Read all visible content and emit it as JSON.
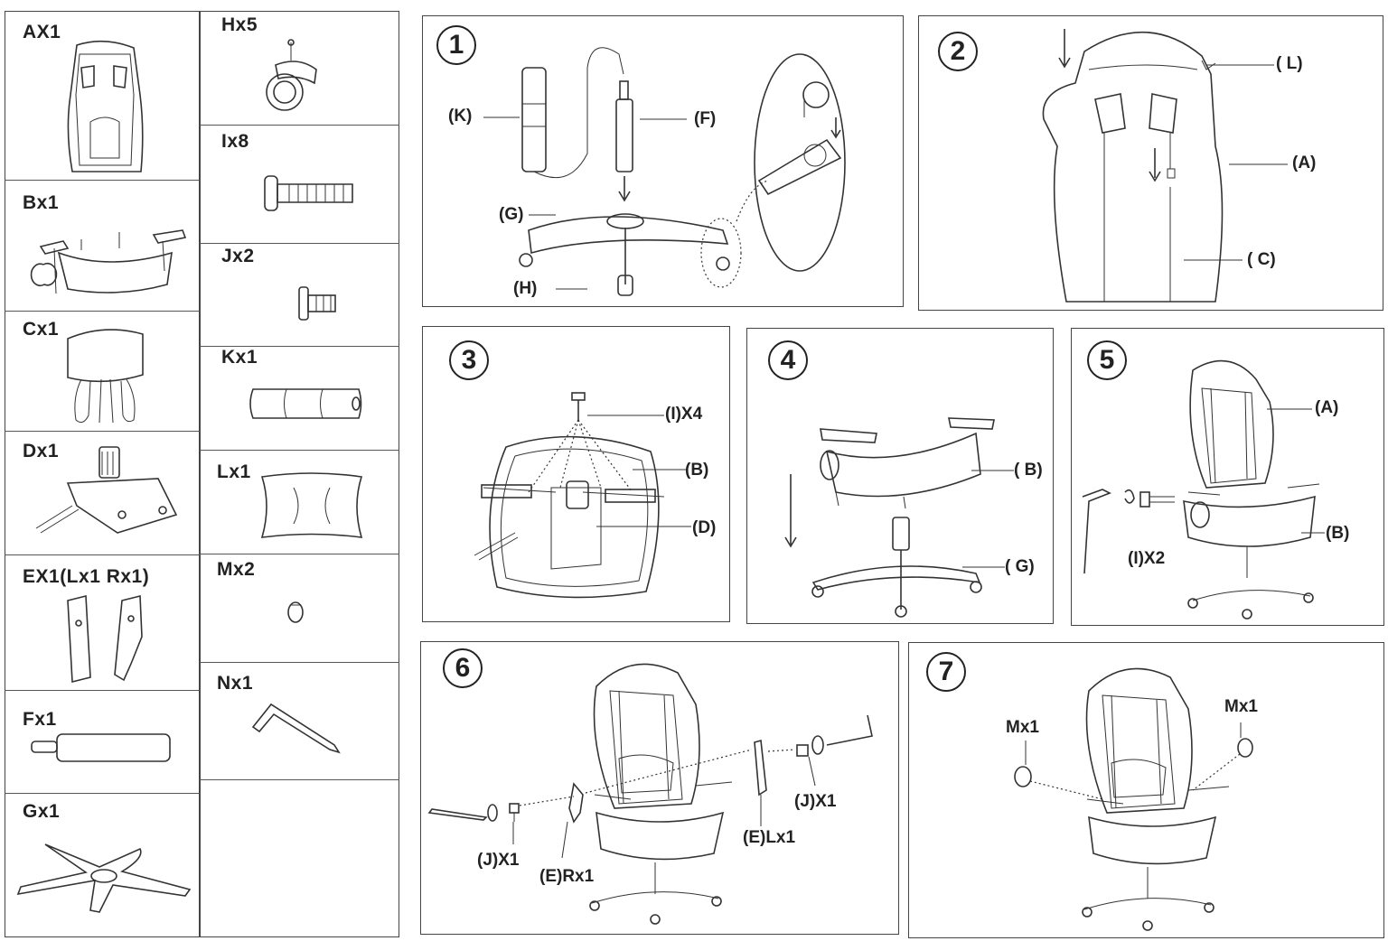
{
  "parts": [
    {
      "label": "AX1"
    },
    {
      "label": "Bx1"
    },
    {
      "label": "Cx1"
    },
    {
      "label": "Dx1"
    },
    {
      "label": "EX1(Lx1 Rx1)"
    },
    {
      "label": "Fx1"
    },
    {
      "label": "Gx1"
    },
    {
      "label": "Hx5"
    },
    {
      "label": "Ix8"
    },
    {
      "label": "Jx2"
    },
    {
      "label": "Kx1"
    },
    {
      "label": "Lx1"
    },
    {
      "label": "Mx2"
    },
    {
      "label": "Nx1"
    }
  ],
  "steps": [
    {
      "number": "1",
      "labels": [
        "(K)",
        "(F)",
        "(G)",
        "(H)"
      ]
    },
    {
      "number": "2",
      "labels": [
        "( L)",
        "(A)",
        "( C)"
      ]
    },
    {
      "number": "3",
      "labels": [
        "(I)X4",
        "(B)",
        "(D)"
      ]
    },
    {
      "number": "4",
      "labels": [
        "( B)",
        "( G)"
      ]
    },
    {
      "number": "5",
      "labels": [
        "(A)",
        "(I)X2",
        "(B)"
      ]
    },
    {
      "number": "6",
      "labels": [
        "(J)X1",
        "(E)Rx1",
        "(E)Lx1",
        "(J)X1"
      ]
    },
    {
      "number": "7",
      "labels": [
        "Mx1",
        "Mx1"
      ]
    }
  ]
}
